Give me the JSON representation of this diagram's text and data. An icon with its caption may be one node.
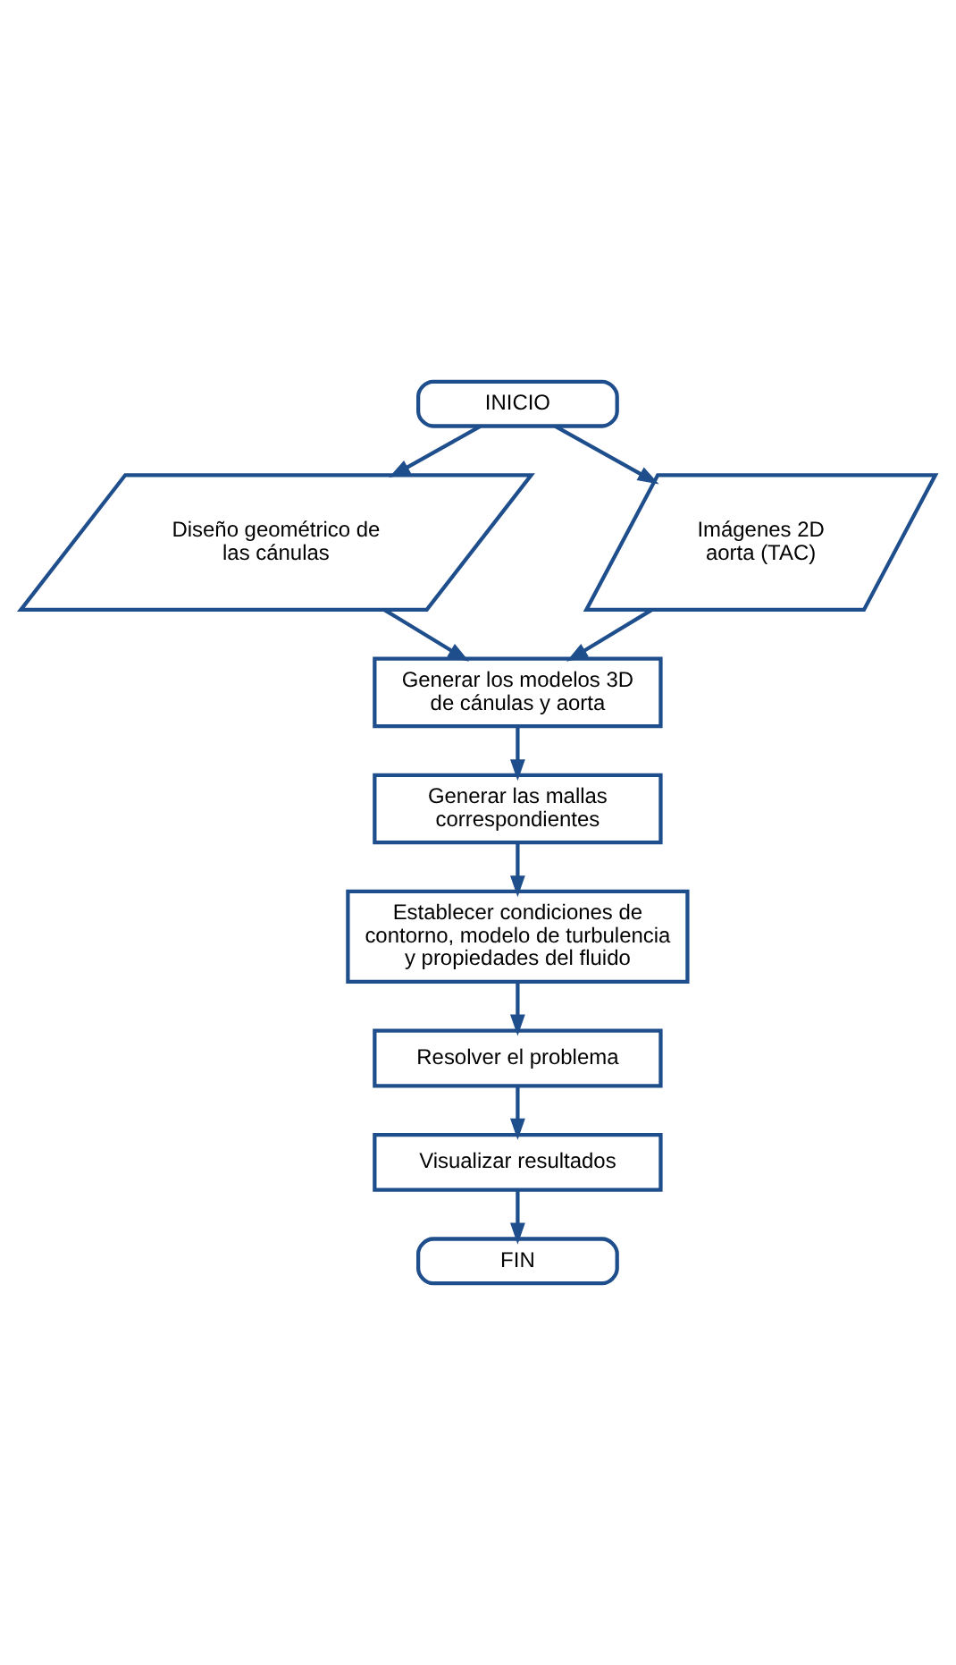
{
  "diagram": {
    "nodes": [
      {
        "text": [
          "INICIO"
        ]
      },
      {
        "text": [
          "Diseño geométrico de las cánulas"
        ]
      },
      {
        "text": [
          "Imágenes 2D aorta (TAC)"
        ]
      },
      {
        "text": [
          "Generar los modelos 3D de cánulas y aorta"
        ]
      },
      {
        "text": [
          "Generar las mallas correspondientes"
        ]
      },
      {
        "text": [
          "Establecer condiciones de contorno, modelo de turbulencia y propiedades del fluido"
        ]
      },
      {
        "text": [
          "Resolver el problema"
        ]
      },
      {
        "text": [
          "Visualizar resultados"
        ]
      },
      {
        "text": [
          "FIN"
        ]
      }
    ],
    "edges": [
      {
        "from": 0,
        "to": 1,
        "arrow": "to"
      },
      {
        "from": 0,
        "to": 2,
        "arrow": "to"
      },
      {
        "from": 1,
        "to": 3,
        "arrow": "to"
      },
      {
        "from": 2,
        "to": 3,
        "arrow": "to"
      },
      {
        "from": 3,
        "to": 4,
        "arrow": "to"
      },
      {
        "from": 4,
        "to": 5,
        "arrow": "to"
      },
      {
        "from": 5,
        "to": 6,
        "arrow": "to"
      },
      {
        "from": 6,
        "to": 7,
        "arrow": "to"
      },
      {
        "from": 7,
        "to": 8,
        "arrow": "to"
      }
    ]
  }
}
